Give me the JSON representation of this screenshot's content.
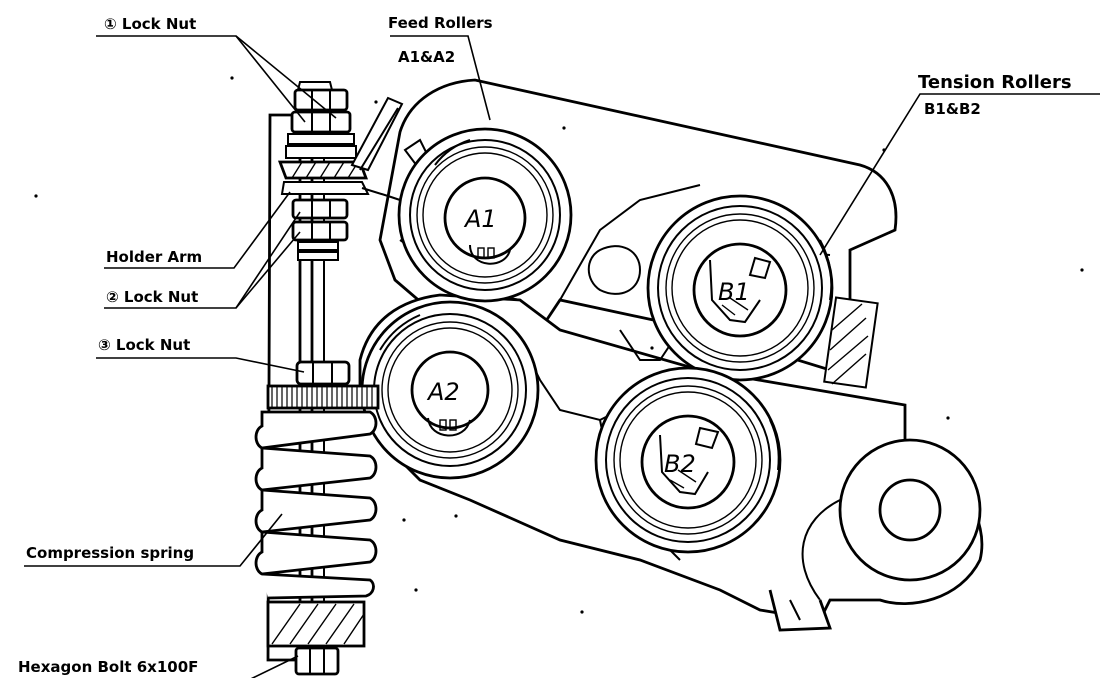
{
  "labels": {
    "lock_nut_1": "①  Lock Nut",
    "lock_nut_2": "②  Lock Nut",
    "lock_nut_3": "③  Lock Nut",
    "feed_rollers": "Feed Rollers",
    "feed_rollers_sub": "A1&A2",
    "tension_rollers": "Tension  Rollers",
    "tension_rollers_sub": "B1&B2",
    "holder_arm": "Holder Arm",
    "compression_spring": "Compression spring",
    "hexagon_bolt": "Hexagon Bolt 6x100F"
  },
  "rollers": {
    "a1": "A1",
    "a2": "A2",
    "b1": "B1",
    "b2": "B2"
  }
}
